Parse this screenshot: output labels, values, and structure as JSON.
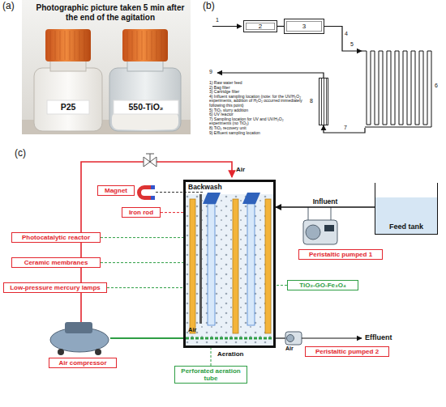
{
  "diagram": {
    "nodes": [
      {
        "text": [
          "2"
        ]
      },
      {
        "text": [
          "3"
        ]
      },
      {
        "text": [
          "6"
        ]
      },
      {
        "text": [
          "8"
        ]
      },
      {
        "text": [
          "Magnet"
        ]
      },
      {
        "text": [
          "Iron rod"
        ]
      },
      {
        "text": [
          "Photocatalytic reactor"
        ]
      },
      {
        "text": [
          "Ceramic membranes"
        ]
      },
      {
        "text": [
          "Low-pressure mercury lamps"
        ]
      },
      {
        "text": [
          "Backwash"
        ]
      },
      {
        "text": [
          "Feed tank"
        ]
      },
      {
        "text": [
          "Peristaltic pumped 1"
        ]
      },
      {
        "text": [
          "TiO₂-GO-Fe₃O₄"
        ]
      },
      {
        "text": [
          "Air compressor"
        ]
      },
      {
        "text": [
          "Perforated aeration tube"
        ]
      },
      {
        "text": [
          "Peristaltic pumped 2"
        ]
      }
    ],
    "edges": [
      {
        "from": 0,
        "to": 1,
        "arrow": "none"
      },
      {
        "from": 1,
        "to": 2,
        "arrow": "to"
      },
      {
        "from": 2,
        "to": 3,
        "arrow": "to"
      },
      {
        "from": 5,
        "to": 9,
        "arrow": "none"
      },
      {
        "from": 6,
        "to": 9,
        "arrow": "none"
      },
      {
        "from": 7,
        "to": 9,
        "arrow": "none"
      },
      {
        "from": 8,
        "to": 9,
        "arrow": "none"
      },
      {
        "from": 10,
        "to": 9,
        "label": "Influent",
        "arrow": "to"
      },
      {
        "from": 12,
        "to": 9,
        "arrow": "none"
      },
      {
        "from": 14,
        "to": 9,
        "arrow": "none"
      }
    ],
    "labels": [
      "(a)",
      "Photographic picture taken 5 min after the end of the agitation",
      "P25",
      "550-TiO₂",
      "(b)",
      "1",
      "4",
      "5",
      "7",
      "9",
      "1) Raw water feed",
      "2) Bag filter",
      "3) Cartridge filter",
      "4) Influent sampling location (note: for the UV/H₂O₂ experiments, addition of H₂O₂ occurred immediately following this point)",
      "5) TiO₂ slurry addition",
      "6) UV reactor",
      "7) Sampling location for UV and UV/H₂O₂ experiments (no TiO₂)",
      "8) TiO₂ recovery unit",
      "9) Effluent sampling location",
      "(c)",
      "Air",
      "Air",
      "Aeration",
      "Air",
      "Effluent"
    ]
  }
}
